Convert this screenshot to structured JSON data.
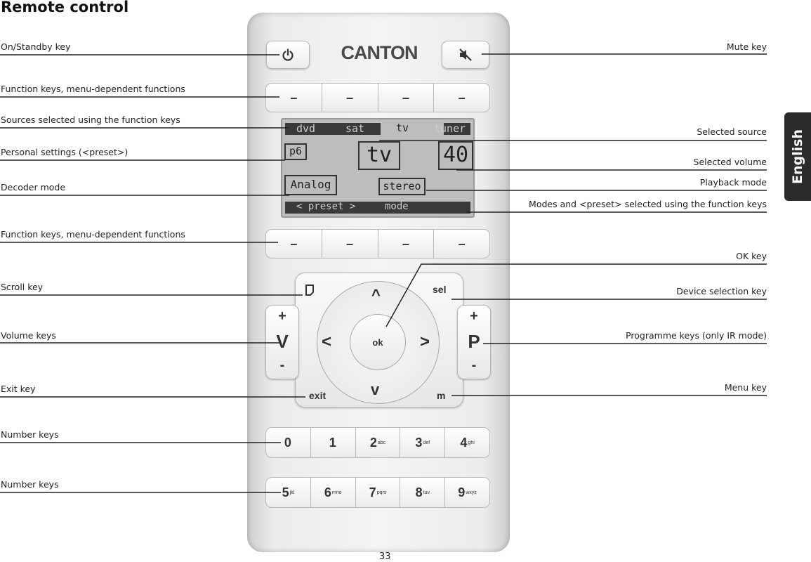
{
  "page": {
    "title": "Remote control",
    "page_number": "33",
    "language_tab": "English"
  },
  "callouts_left": [
    "On/Standby key",
    "Function keys, menu-dependent functions",
    "Sources selected using the function keys",
    "Personal settings (<preset>)",
    "Decoder mode",
    "Function keys, menu-dependent functions",
    "Scroll key",
    "Volume keys",
    "Exit key",
    "Number keys",
    "Number keys"
  ],
  "callouts_right": [
    "Mute key",
    "Selected source",
    "Selected volume",
    "Playback mode",
    "Modes and <preset> selected using the function keys",
    "OK key",
    "Device selection key",
    "Programme keys (only IR mode)",
    "Menu key"
  ],
  "remote": {
    "brand": "CANTON",
    "function_key_symbol": "–",
    "display": {
      "sources": [
        "dvd",
        "sat",
        "tv",
        "tuner"
      ],
      "preset": "p6",
      "selected_source": "tv",
      "volume": "40",
      "decoder_mode": "Analog",
      "playback_mode": "stereo",
      "softkey_preset": "< preset >",
      "softkey_mode": "mode"
    },
    "nav": {
      "up": "^",
      "down": "v",
      "left": "<",
      "right": ">",
      "ok": "ok",
      "sel": "sel",
      "exit": "exit",
      "menu": "m"
    },
    "volume_key": {
      "plus": "+",
      "label": "V",
      "minus": "-"
    },
    "programme_key": {
      "plus": "+",
      "label": "P",
      "minus": "-"
    },
    "number_row_1": [
      {
        "digit": "0",
        "letters": ""
      },
      {
        "digit": "1",
        "letters": ""
      },
      {
        "digit": "2",
        "letters": "abc"
      },
      {
        "digit": "3",
        "letters": "def"
      },
      {
        "digit": "4",
        "letters": "ghi"
      }
    ],
    "number_row_2": [
      {
        "digit": "5",
        "letters": "jkl"
      },
      {
        "digit": "6",
        "letters": "mno"
      },
      {
        "digit": "7",
        "letters": "pqrs"
      },
      {
        "digit": "8",
        "letters": "tuv"
      },
      {
        "digit": "9",
        "letters": "wxyz"
      }
    ]
  }
}
